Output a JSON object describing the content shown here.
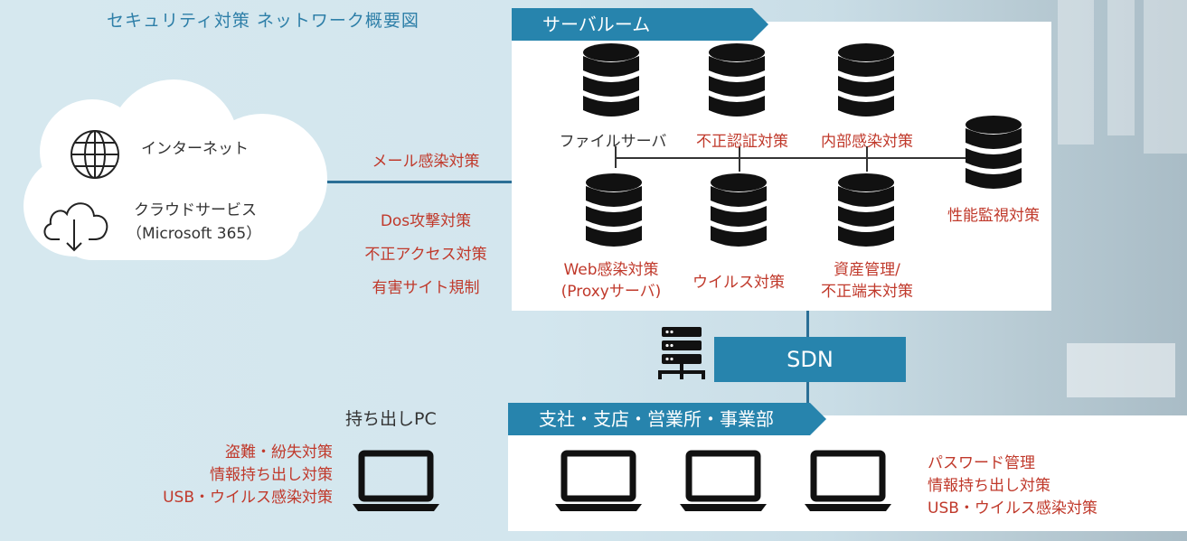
{
  "title": "セキュリティ対策 ネットワーク概要図",
  "cloud": {
    "internet_label": "インターネット",
    "cloud_service_label": "クラウドサービス",
    "cloud_service_sub": "（Microsoft 365）"
  },
  "mail_measure": "メール感染対策",
  "gateway_measures": [
    "Dos攻撃対策",
    "不正アクセス対策",
    "有害サイト規制"
  ],
  "server_room": {
    "header": "サーバルーム",
    "servers": [
      {
        "label": "ファイルサーバ",
        "color": "#333333"
      },
      {
        "label": "不正認証対策",
        "color": "#c0392b"
      },
      {
        "label": "内部感染対策",
        "color": "#c0392b"
      },
      {
        "label": "性能監視対策",
        "color": "#c0392b"
      },
      {
        "label": "Web感染対策",
        "label2": "(Proxyサーバ)",
        "color": "#c0392b"
      },
      {
        "label": "ウイルス対策",
        "color": "#c0392b"
      },
      {
        "label": "資産管理/",
        "label2": "不正端末対策",
        "color": "#c0392b"
      }
    ]
  },
  "sdn_label": "SDN",
  "branch": {
    "header": "支社・支店・営業所・事業部",
    "measures": [
      "パスワード管理",
      "情報持ち出し対策",
      "USB・ウイルス感染対策"
    ]
  },
  "mobile_pc": {
    "title": "持ち出しPC",
    "measures": [
      "盗難・紛失対策",
      "情報持ち出し対策",
      "USB・ウイルス感染対策"
    ]
  },
  "colors": {
    "accent": "#2784ad",
    "measure_text": "#c0392b",
    "line": "#2a6f96"
  }
}
